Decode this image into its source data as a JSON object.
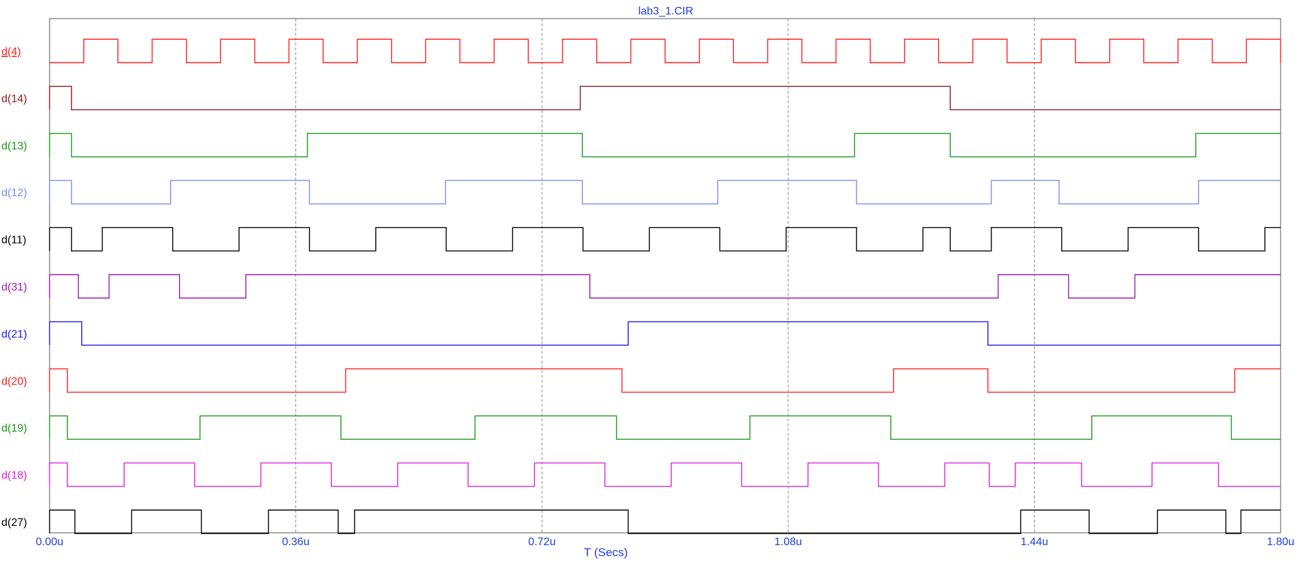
{
  "chart_data": {
    "type": "line",
    "title": "lab3_1.CIR",
    "xlabel": "T (Secs)",
    "xlim": [
      0,
      1.8
    ],
    "xticks": [
      {
        "value": 0.0,
        "label": "0.00u"
      },
      {
        "value": 0.36,
        "label": "0.36u"
      },
      {
        "value": 0.72,
        "label": "0.72u"
      },
      {
        "value": 1.08,
        "label": "1.08u"
      },
      {
        "value": 1.44,
        "label": "1.44u"
      },
      {
        "value": 1.8,
        "label": "1.80u"
      }
    ],
    "grid": "vertical dashed",
    "series": [
      {
        "name": "d(4)",
        "color": "#ff2020",
        "underlined": true,
        "initial": 0,
        "transitions": [
          0.05,
          0.1,
          0.15,
          0.2,
          0.25,
          0.3,
          0.35,
          0.4,
          0.45,
          0.5,
          0.55,
          0.6,
          0.65,
          0.7,
          0.75,
          0.8,
          0.85,
          0.9,
          0.95,
          1.0,
          1.05,
          1.1,
          1.15,
          1.2,
          1.25,
          1.3,
          1.35,
          1.4,
          1.45,
          1.5,
          1.55,
          1.6,
          1.65,
          1.7,
          1.75,
          1.8
        ]
      },
      {
        "name": "d(14)",
        "color": "#8b1a1a",
        "initial": 1,
        "transitions": [
          0.032,
          0.776,
          1.317
        ]
      },
      {
        "name": "d(13)",
        "color": "#1a9a1a",
        "initial": 1,
        "transitions": [
          0.032,
          0.377,
          0.779,
          1.177,
          1.317,
          1.676
        ]
      },
      {
        "name": "d(12)",
        "color": "#7b8cf0",
        "initial": 1,
        "transitions": [
          0.032,
          0.177,
          0.38,
          0.579,
          0.779,
          0.977,
          1.18,
          1.377,
          1.476,
          1.68
        ]
      },
      {
        "name": "d(11)",
        "color": "#000000",
        "initial": 1,
        "transitions": [
          0.032,
          0.077,
          0.18,
          0.277,
          0.38,
          0.477,
          0.58,
          0.677,
          0.78,
          0.877,
          0.98,
          1.077,
          1.18,
          1.277,
          1.317,
          1.377,
          1.48,
          1.577,
          1.68,
          1.777
        ]
      },
      {
        "name": "d(31)",
        "color": "#9a1ab4",
        "initial": 1,
        "transitions": [
          0.042,
          0.087,
          0.19,
          0.287,
          0.79,
          1.387,
          1.49,
          1.587
        ]
      },
      {
        "name": "d(21)",
        "color": "#1a1ae6",
        "initial": 1,
        "transitions": [
          0.047,
          0.846,
          1.372
        ]
      },
      {
        "name": "d(20)",
        "color": "#ff2020",
        "initial": 1,
        "transitions": [
          0.026,
          0.433,
          0.837,
          1.234,
          1.372,
          1.733
        ]
      },
      {
        "name": "d(19)",
        "color": "#1a9a1a",
        "initial": 1,
        "transitions": [
          0.026,
          0.22,
          0.426,
          0.622,
          0.829,
          1.024,
          1.23,
          1.524,
          1.728
        ]
      },
      {
        "name": "d(18)",
        "color": "#e020e0",
        "initial": 1,
        "transitions": [
          0.026,
          0.109,
          0.212,
          0.309,
          0.412,
          0.509,
          0.612,
          0.709,
          0.812,
          0.909,
          1.012,
          1.109,
          1.212,
          1.309,
          1.374,
          1.412,
          1.509,
          1.612,
          1.709
        ]
      },
      {
        "name": "d(27)",
        "color": "#000000",
        "initial": 1,
        "transitions": [
          0.037,
          0.12,
          0.222,
          0.32,
          0.422,
          0.446,
          0.846,
          1.42,
          1.52,
          1.62,
          1.72,
          1.742
        ]
      }
    ]
  }
}
